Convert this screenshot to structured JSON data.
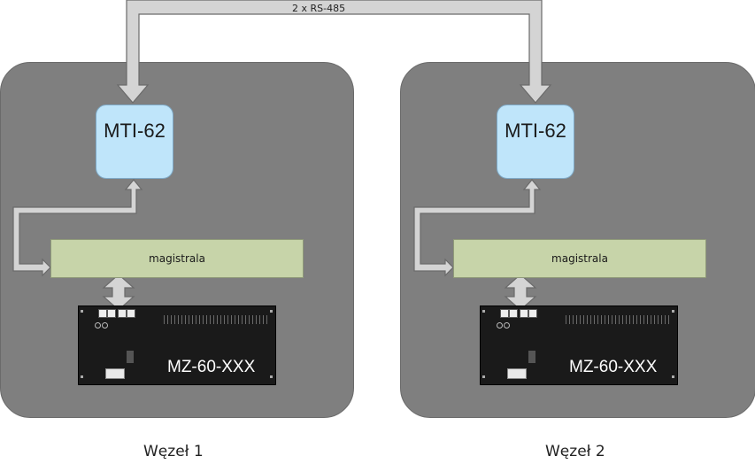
{
  "link": {
    "label": "2 x RS-485"
  },
  "nodes": [
    {
      "caption": "Węzeł 1",
      "controller_label": "MTI-62",
      "bus_label": "magistrala",
      "panel_label": "MZ-60-XXX"
    },
    {
      "caption": "Węzeł 2",
      "controller_label": "MTI-62",
      "bus_label": "magistrala",
      "panel_label": "MZ-60-XXX"
    }
  ],
  "colors": {
    "node_bg": "#7f7f7f",
    "controller_bg": "#bfe5fa",
    "bus_bg": "#c7d4a9",
    "arrow_fill": "#d4d4d4",
    "panel_bg": "#1a1a1a"
  },
  "icons": [
    "double-arrow-icon",
    "rs485-link-arrow-icon",
    "bus-feedback-arrow-icon"
  ]
}
